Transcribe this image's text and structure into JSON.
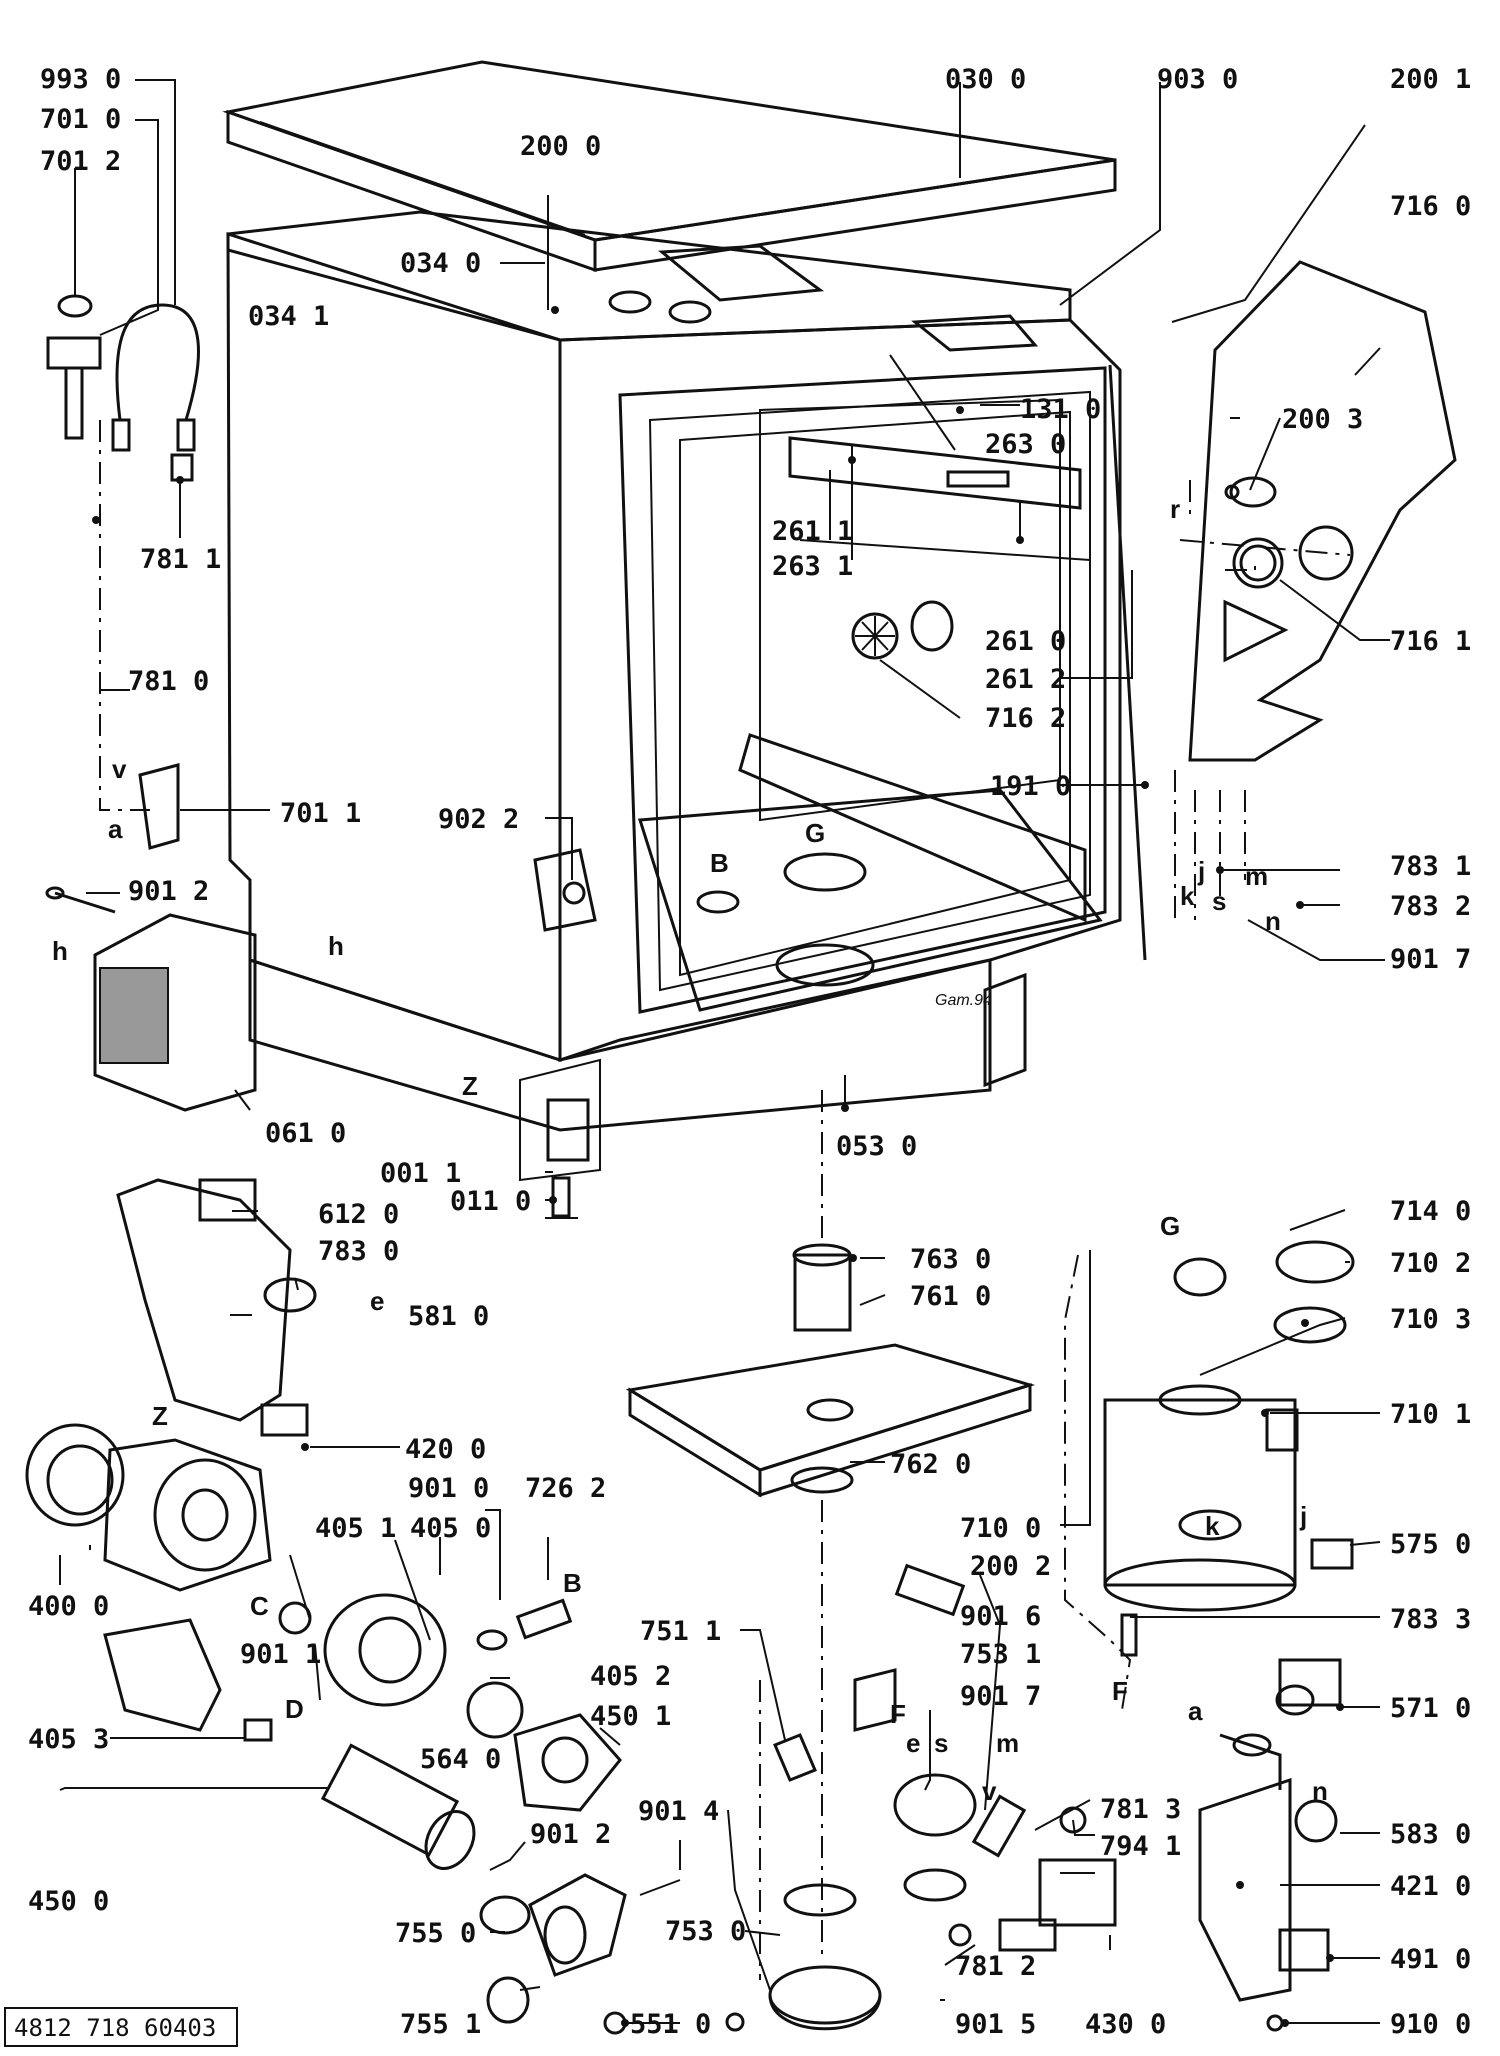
{
  "diagram": {
    "document_number": "4812 718 60403",
    "date_mark": "Gam.94",
    "callouts": [
      {
        "id": "993-0",
        "text": "993 0"
      },
      {
        "id": "701-0",
        "text": "701 0"
      },
      {
        "id": "701-2",
        "text": "701 2"
      },
      {
        "id": "030-0",
        "text": "030 0"
      },
      {
        "id": "903-0",
        "text": "903 0"
      },
      {
        "id": "200-1",
        "text": "200 1"
      },
      {
        "id": "200-0",
        "text": "200 0"
      },
      {
        "id": "716-0",
        "text": "716 0"
      },
      {
        "id": "034-0",
        "text": "034 0"
      },
      {
        "id": "034-1",
        "text": "034 1"
      },
      {
        "id": "131-0",
        "text": "131 0"
      },
      {
        "id": "263-0",
        "text": "263 0"
      },
      {
        "id": "200-3",
        "text": "200 3"
      },
      {
        "id": "781-1",
        "text": "781 1"
      },
      {
        "id": "261-1",
        "text": "261 1"
      },
      {
        "id": "263-1",
        "text": "263 1"
      },
      {
        "id": "781-0",
        "text": "781 0"
      },
      {
        "id": "261-0",
        "text": "261 0"
      },
      {
        "id": "261-2",
        "text": "261 2"
      },
      {
        "id": "716-2",
        "text": "716 2"
      },
      {
        "id": "716-1",
        "text": "716 1"
      },
      {
        "id": "191-0",
        "text": "191 0"
      },
      {
        "id": "701-1",
        "text": "701 1"
      },
      {
        "id": "902-2",
        "text": "902 2"
      },
      {
        "id": "901-2a",
        "text": "901 2"
      },
      {
        "id": "783-1",
        "text": "783 1"
      },
      {
        "id": "783-2",
        "text": "783 2"
      },
      {
        "id": "901-7a",
        "text": "901 7"
      },
      {
        "id": "061-0",
        "text": "061 0"
      },
      {
        "id": "053-0",
        "text": "053 0"
      },
      {
        "id": "001-1",
        "text": "001 1"
      },
      {
        "id": "011-0",
        "text": "011 0"
      },
      {
        "id": "612-0",
        "text": "612 0"
      },
      {
        "id": "783-0",
        "text": "783 0"
      },
      {
        "id": "581-0",
        "text": "581 0"
      },
      {
        "id": "763-0",
        "text": "763 0"
      },
      {
        "id": "761-0",
        "text": "761 0"
      },
      {
        "id": "714-0",
        "text": "714 0"
      },
      {
        "id": "710-2",
        "text": "710 2"
      },
      {
        "id": "710-3",
        "text": "710 3"
      },
      {
        "id": "710-1",
        "text": "710 1"
      },
      {
        "id": "420-0",
        "text": "420 0"
      },
      {
        "id": "762-0",
        "text": "762 0"
      },
      {
        "id": "901-0",
        "text": "901 0"
      },
      {
        "id": "726-2",
        "text": "726 2"
      },
      {
        "id": "405-1",
        "text": "405 1"
      },
      {
        "id": "405-0",
        "text": "405 0"
      },
      {
        "id": "710-0",
        "text": "710 0"
      },
      {
        "id": "575-0",
        "text": "575 0"
      },
      {
        "id": "400-0",
        "text": "400 0"
      },
      {
        "id": "200-2",
        "text": "200 2"
      },
      {
        "id": "901-6",
        "text": "901 6"
      },
      {
        "id": "783-3",
        "text": "783 3"
      },
      {
        "id": "751-1",
        "text": "751 1"
      },
      {
        "id": "753-1",
        "text": "753 1"
      },
      {
        "id": "901-1",
        "text": "901 1"
      },
      {
        "id": "405-2",
        "text": "405 2"
      },
      {
        "id": "901-7b",
        "text": "901 7"
      },
      {
        "id": "571-0",
        "text": "571 0"
      },
      {
        "id": "450-1",
        "text": "450 1"
      },
      {
        "id": "405-3",
        "text": "405 3"
      },
      {
        "id": "564-0",
        "text": "564 0"
      },
      {
        "id": "781-3",
        "text": "781 3"
      },
      {
        "id": "583-0",
        "text": "583 0"
      },
      {
        "id": "901-4",
        "text": "901 4"
      },
      {
        "id": "901-2b",
        "text": "901 2"
      },
      {
        "id": "794-1",
        "text": "794 1"
      },
      {
        "id": "421-0",
        "text": "421 0"
      },
      {
        "id": "450-0",
        "text": "450 0"
      },
      {
        "id": "755-0",
        "text": "755 0"
      },
      {
        "id": "753-0",
        "text": "753 0"
      },
      {
        "id": "781-2",
        "text": "781 2"
      },
      {
        "id": "491-0",
        "text": "491 0"
      },
      {
        "id": "430-0",
        "text": "430 0"
      },
      {
        "id": "755-1",
        "text": "755 1"
      },
      {
        "id": "551-0",
        "text": "551 0"
      },
      {
        "id": "901-5",
        "text": "901 5"
      },
      {
        "id": "910-0",
        "text": "910 0"
      }
    ],
    "letters": [
      {
        "id": "a1",
        "text": "a"
      },
      {
        "id": "v1",
        "text": "v"
      },
      {
        "id": "h1",
        "text": "h"
      },
      {
        "id": "h2",
        "text": "h"
      },
      {
        "id": "Z1",
        "text": "Z"
      },
      {
        "id": "B1",
        "text": "B"
      },
      {
        "id": "G1",
        "text": "G"
      },
      {
        "id": "r1",
        "text": "r"
      },
      {
        "id": "k1",
        "text": "k"
      },
      {
        "id": "s1",
        "text": "s"
      },
      {
        "id": "j1",
        "text": "j"
      },
      {
        "id": "m1",
        "text": "m"
      },
      {
        "id": "n1",
        "text": "n"
      },
      {
        "id": "e1",
        "text": "e"
      },
      {
        "id": "G2",
        "text": "G"
      },
      {
        "id": "Z2",
        "text": "Z"
      },
      {
        "id": "C1",
        "text": "C"
      },
      {
        "id": "B2",
        "text": "B"
      },
      {
        "id": "k2",
        "text": "k"
      },
      {
        "id": "j2",
        "text": "j"
      },
      {
        "id": "D1",
        "text": "D"
      },
      {
        "id": "F1",
        "text": "F"
      },
      {
        "id": "F2",
        "text": "F"
      },
      {
        "id": "e2",
        "text": "e"
      },
      {
        "id": "s2",
        "text": "s"
      },
      {
        "id": "m2",
        "text": "m"
      },
      {
        "id": "v2",
        "text": "v"
      },
      {
        "id": "a2",
        "text": "a"
      },
      {
        "id": "n2",
        "text": "n"
      }
    ]
  }
}
